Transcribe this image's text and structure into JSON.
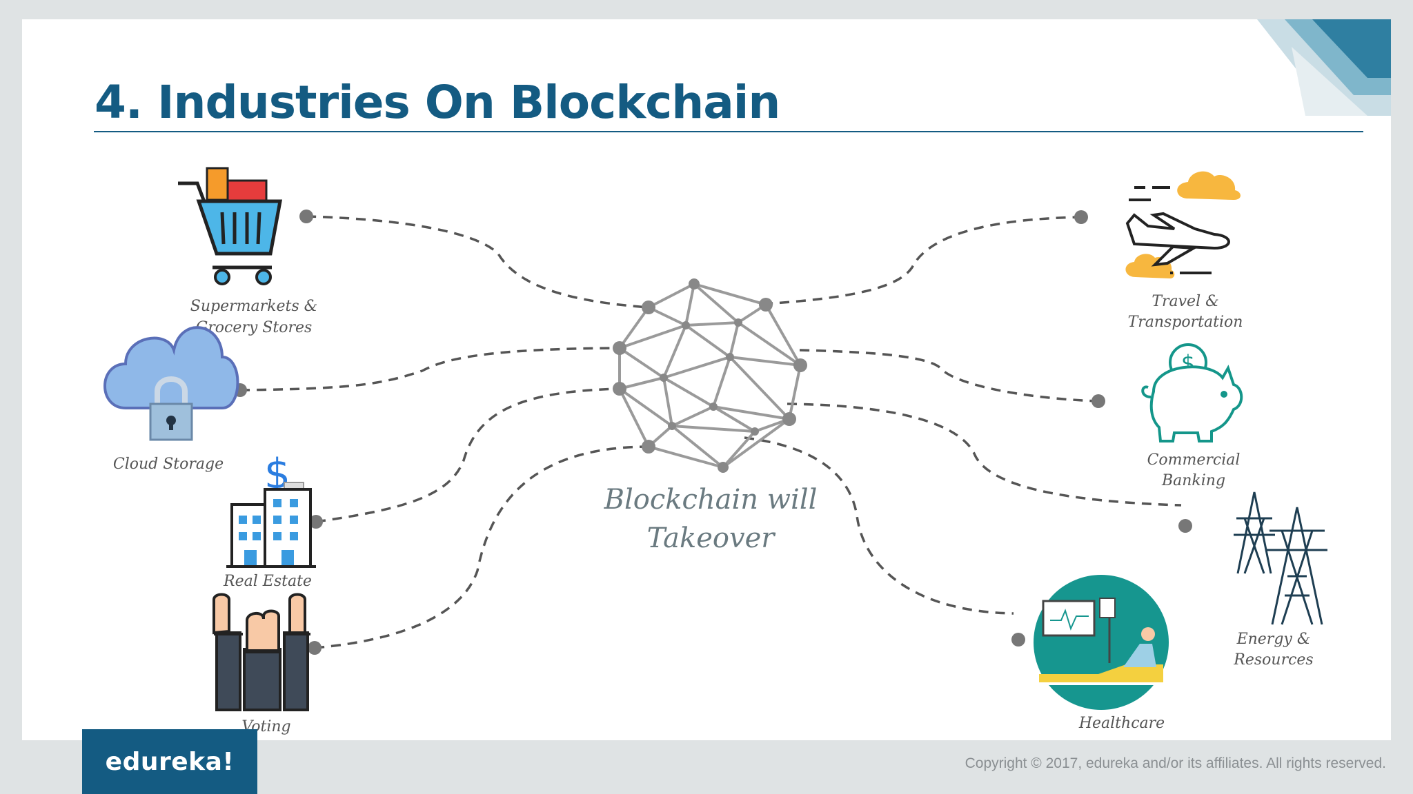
{
  "slide": {
    "title": "4. Industries On Blockchain",
    "center_label_line1": "Blockchain will",
    "center_label_line2": "Takeover"
  },
  "industries": {
    "supermarkets": {
      "line1": "Supermarkets &",
      "line2": "Grocery Stores",
      "icon": "shopping-cart-icon"
    },
    "cloud": {
      "line1": "Cloud Storage",
      "icon": "cloud-lock-icon"
    },
    "real_estate": {
      "line1": "Real Estate",
      "icon": "building-dollar-icon"
    },
    "voting": {
      "line1": "Voting",
      "icon": "raised-hands-icon"
    },
    "travel": {
      "line1": "Travel &",
      "line2": "Transportation",
      "icon": "airplane-icon"
    },
    "banking": {
      "line1": "Commercial",
      "line2": "Banking",
      "icon": "piggy-bank-icon"
    },
    "energy": {
      "line1": "Energy &",
      "line2": "Resources",
      "icon": "power-tower-icon"
    },
    "healthcare": {
      "line1": "Healthcare",
      "icon": "hospital-bed-icon"
    }
  },
  "footer": {
    "logo": "edureka!",
    "copyright": "Copyright © 2017, edureka and/or its affiliates. All rights reserved."
  },
  "colors": {
    "brand": "#145b82",
    "connector": "#555555",
    "network": "#9a9a9a"
  }
}
